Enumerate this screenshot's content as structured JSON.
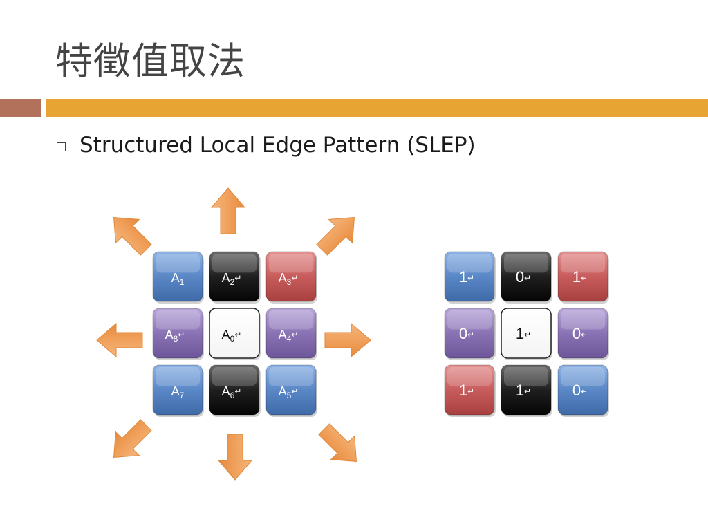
{
  "slide": {
    "title": "特徵值取法",
    "bullet": "Structured Local Edge Pattern (SLEP)"
  },
  "colors": {
    "accent_orange": "#e8a432",
    "accent_brown": "#b2715b",
    "arrow": "#f0a15c",
    "blue": "#5a87c6",
    "black": "#1f1f1f",
    "red": "#c85c5c",
    "purple": "#8a73b4",
    "white": "#ffffff"
  },
  "left_grid": {
    "cells": [
      {
        "base": "A",
        "sub": "1",
        "mark": "",
        "color": "blue"
      },
      {
        "base": "A",
        "sub": "2",
        "mark": "↵",
        "color": "black"
      },
      {
        "base": "A",
        "sub": "3",
        "mark": "↵",
        "color": "red"
      },
      {
        "base": "A",
        "sub": "8",
        "mark": "↵",
        "color": "purple"
      },
      {
        "base": "A",
        "sub": "0",
        "mark": "↵",
        "color": "white"
      },
      {
        "base": "A",
        "sub": "4",
        "mark": "↵",
        "color": "purple"
      },
      {
        "base": "A",
        "sub": "7",
        "mark": "",
        "color": "blue"
      },
      {
        "base": "A",
        "sub": "6",
        "mark": "↵",
        "color": "black"
      },
      {
        "base": "A",
        "sub": "5",
        "mark": "↵",
        "color": "blue"
      }
    ]
  },
  "right_grid": {
    "cells": [
      {
        "value": "1",
        "mark": "↵",
        "color": "blue"
      },
      {
        "value": "0",
        "mark": "↵",
        "color": "black"
      },
      {
        "value": "1",
        "mark": "↵",
        "color": "red"
      },
      {
        "value": "0",
        "mark": "↵",
        "color": "purple"
      },
      {
        "value": "1",
        "mark": "↵",
        "color": "white"
      },
      {
        "value": "0",
        "mark": "↵",
        "color": "purple"
      },
      {
        "value": "1",
        "mark": "↵",
        "color": "red"
      },
      {
        "value": "1",
        "mark": "↵",
        "color": "black"
      },
      {
        "value": "0",
        "mark": "↵",
        "color": "blue"
      }
    ]
  },
  "arrows": [
    "up",
    "up-right",
    "right",
    "down-right",
    "down",
    "down-left",
    "left",
    "up-left"
  ]
}
